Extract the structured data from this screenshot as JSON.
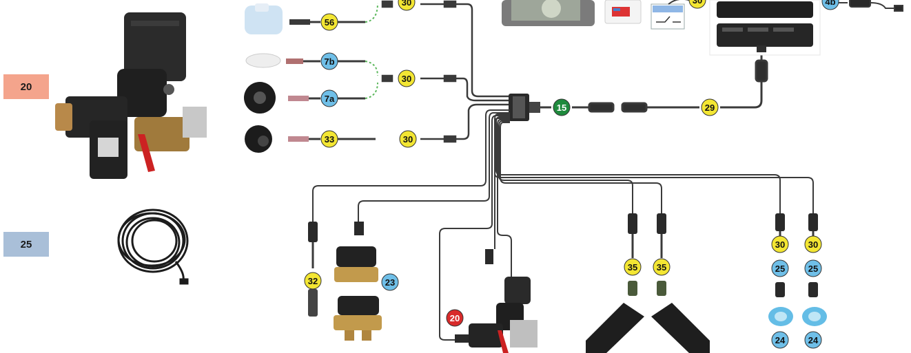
{
  "side_labels": [
    {
      "text": "20",
      "color": "#f4a48c"
    },
    {
      "text": "25",
      "color": "#a9bfd8"
    }
  ],
  "colors": {
    "yellow_badge": "#f3e633",
    "blue_badge": "#6fbfe8",
    "green_badge": "#1f8a3d",
    "red_badge": "#d82a2a",
    "cable": "#3a3a3a",
    "dashed_link": "#5cb85c"
  },
  "badges": {
    "b56": "56",
    "b30_top": "30",
    "b7b": "7b",
    "b7a": "7a",
    "b30_mid": "30",
    "b33": "33",
    "b30_low": "30",
    "b15": "15",
    "b29": "29",
    "b4b": "4b",
    "b30_monitor": "30",
    "b32": "32",
    "b23": "23",
    "b20": "20",
    "b35_a": "35",
    "b35_b": "35",
    "b30_r1": "30",
    "b30_r2": "30",
    "b25_r1": "25",
    "b25_r2": "25",
    "b24_r1": "24",
    "b24_r2": "24"
  }
}
